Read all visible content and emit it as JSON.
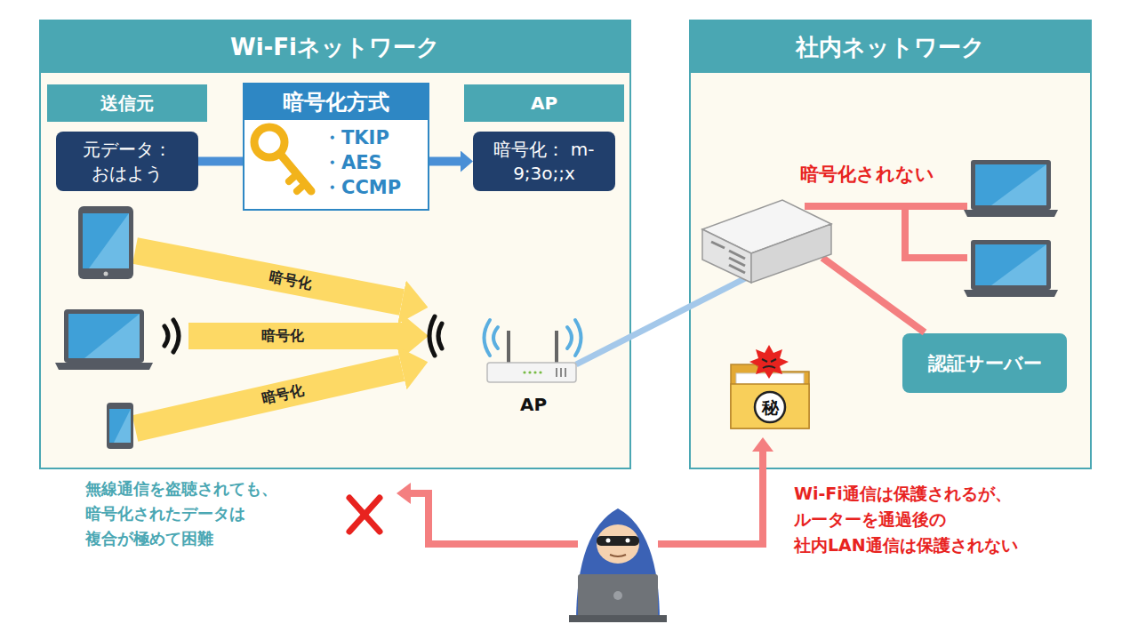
{
  "diagram": {
    "nodes": [
      {
        "text": [
          "Wi-Fiネットワーク"
        ]
      },
      {
        "text": [
          "送信元"
        ],
        "in": 0
      },
      {
        "text": [
          "暗号化方式",
          "・TKIP",
          "・AES",
          "・CCMP"
        ],
        "in": 0
      },
      {
        "text": [
          "AP"
        ],
        "in": 0
      },
      {
        "text": [
          "元データ： おはよう"
        ],
        "in": 0
      },
      {
        "text": [
          "暗号化： m-9;3o;;x"
        ],
        "in": 0
      },
      {
        "text": [
          "AP"
        ],
        "in": 0
      },
      {
        "text": [
          "社内ネットワーク"
        ]
      },
      {
        "text": [
          "認証サーバー"
        ],
        "in": 7
      }
    ],
    "edges": [
      {
        "from": 4,
        "to": 2,
        "arrow": "none"
      },
      {
        "from": 2,
        "to": 5,
        "arrow": "to"
      }
    ],
    "labels": [
      "暗号化",
      "暗号化",
      "暗号化",
      "暗号化されない",
      "秘",
      "無線通信を盗聴されても、 暗号化されたデータは 複合が極めて困難",
      "Wi-Fi通信は保護されるが、 ルーターを通過後の 社内LAN通信は保護されない"
    ]
  }
}
